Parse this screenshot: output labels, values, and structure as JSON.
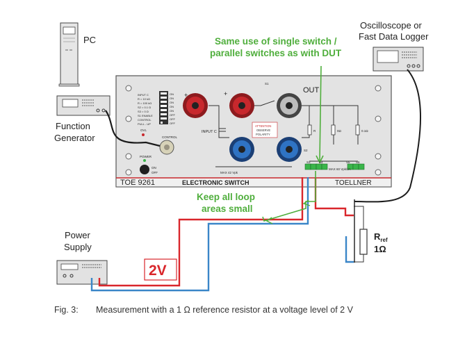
{
  "labels": {
    "pc": "PC",
    "function_generator_line1": "Function",
    "function_generator_line2": "Generator",
    "power_supply_line1": "Power",
    "power_supply_line2": "Supply",
    "oscilloscope_line1": "Oscilloscope or",
    "oscilloscope_line2": "Fast Data Logger",
    "note_switch_line1": "Same use of single switch /",
    "note_switch_line2": "parallel switches as with DUT",
    "note_loop_line1": "Keep all loop",
    "note_loop_line2": "areas small",
    "voltage": "2V",
    "rref_main": "R",
    "rref_sub": "ref",
    "rref_value": "1Ω"
  },
  "device": {
    "model": "TOE 9261",
    "name": "ELECTRONIC SWITCH",
    "brand": "TOELLNER",
    "out_label": "OUT",
    "input_c_label": "INPUT C",
    "power_label": "POWER",
    "ovl_label": "OVL",
    "control_label": "CONTROL",
    "on_label": "ON",
    "off_label": "OFF",
    "max_left": "MAX 42 Vpk",
    "max_right": "MAX 60 Vpk/2A",
    "attention_line1": "ATTENTION",
    "attention_line2": "OBSERVE",
    "attention_line3": "POLARITY",
    "s1": "S1",
    "s2": "S2",
    "s3": "S3",
    "s4": "S4",
    "s5": "S5",
    "s6": "S6",
    "r_label": "R",
    "r2_label": "0Ω",
    "r3_label": "0.1Ω",
    "dip_lines": [
      "INPUT C",
      "R = 10 kΩ",
      "R = 100 kΩ",
      "S2 = 0.1 Ω",
      "S3 = 0 Ω",
      "S1 ENABLE",
      "CONTROL",
      "PULL - UP"
    ],
    "dip_states": [
      "ON",
      "ON",
      "ON",
      "ON",
      "ON",
      "OFF",
      "OFF",
      "OFF"
    ]
  },
  "caption": {
    "number": "Fig. 3:",
    "text": "Measurement with a 1 Ω reference resistor at a voltage level of 2 V"
  },
  "colors": {
    "red_wire": "#d9262b",
    "blue_wire": "#3a86c8",
    "green_note": "#4fae3c",
    "panel": "#e3e3e3"
  }
}
